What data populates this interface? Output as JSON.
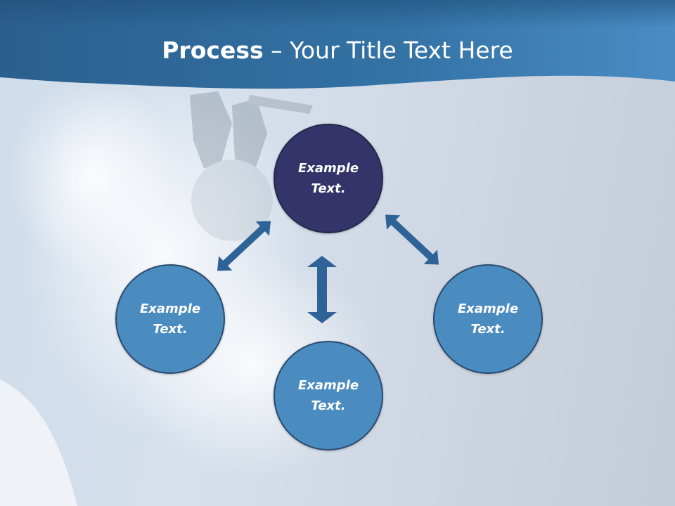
{
  "title": {
    "bold": "Process",
    "rest": " – Your Title Text Here"
  },
  "nodes": {
    "top": "Example Text.",
    "left": "Example Text.",
    "right": "Example Text.",
    "bottom": "Example Text."
  },
  "colors": {
    "header": "#2f6a9a",
    "accent_node": "#34336a",
    "node": "#4b8cc0",
    "arrow": "#2f6398"
  }
}
